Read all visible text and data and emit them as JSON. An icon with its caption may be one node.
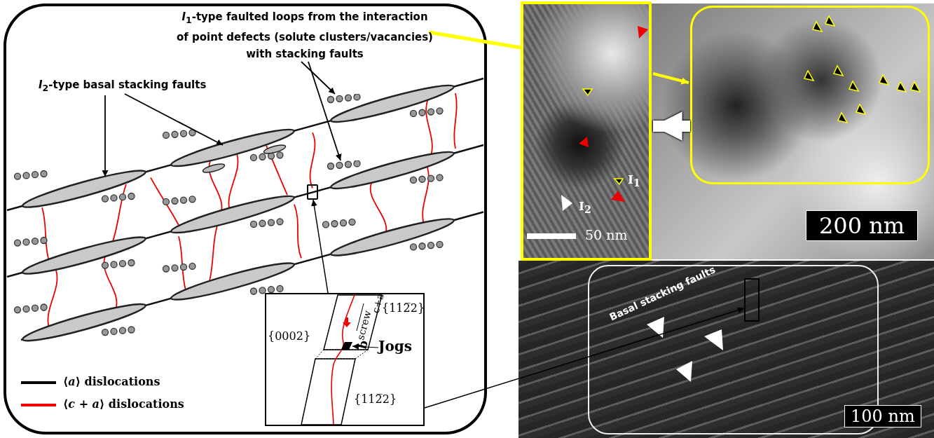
{
  "diagram": {
    "nodes": [
      {
        "text": [],
        "shape": "box"
      },
      {
        "text": [
          "*I*$_{1}$-type faulted loops from the interaction of point defects (solute clusters/vacancies) with stacking faults"
        ],
        "in": 0
      },
      {
        "text": [
          "*I*$_{2}$-type basal stacking faults"
        ],
        "in": 0
      },
      {
        "text": [],
        "shape": "ellipse",
        "in": 0
      },
      {
        "text": [],
        "shape": "ellipse",
        "in": 0
      },
      {
        "text": [],
        "shape": "dots",
        "in": 0
      },
      {
        "text": [],
        "shape": "dots",
        "in": 0
      },
      {
        "text": [],
        "shape": "box",
        "in": 0
      },
      {
        "text": [],
        "shape": "box",
        "in": 0
      },
      {
        "text": [
          "Jogs"
        ],
        "in": 8
      },
      {
        "text": [],
        "shape": "bar",
        "in": 8
      },
      {
        "text": [],
        "shape": "picture"
      },
      {
        "text": [],
        "shape": "picture"
      },
      {
        "text": [],
        "shape": "box",
        "in": 12
      },
      {
        "text": [],
        "shape": "picture"
      },
      {
        "text": [],
        "shape": "box",
        "in": 14
      }
    ],
    "edges": [
      {
        "from": 2,
        "to": 3,
        "arrow": "to"
      },
      {
        "from": 2,
        "to": 4,
        "arrow": "to"
      },
      {
        "from": 1,
        "to": 5,
        "arrow": "to"
      },
      {
        "from": 1,
        "to": 6,
        "arrow": "to"
      },
      {
        "from": 8,
        "to": 7,
        "arrow": "to"
      },
      {
        "from": 9,
        "to": 10,
        "arrow": "to"
      },
      {
        "from": 1,
        "to": 11,
        "arrow": "none",
        "style": "thick",
        "color": "#ffff00"
      },
      {
        "from": 11,
        "to": 13,
        "arrow": "to",
        "style": "thick",
        "color": "#ffff00"
      },
      {
        "from": 13,
        "to": 11,
        "arrow": "to",
        "style": "thick",
        "color": "#ffffff"
      },
      {
        "from": 8,
        "to": 15,
        "arrow": "to"
      }
    ],
    "labels": [
      "{112̅2}",
      "**b**$^{screw}$$_{c+a}$",
      "{0002}",
      "{112̅2}",
      "I$_{1}$",
      "I$_{2}$",
      "50 nm",
      "200 nm",
      "Basal stacking faults",
      "100 nm"
    ],
    "legend": [
      {
        "text": "⟨*a*⟩ dislocations"
      },
      {
        "text": "⟨*c* + *a*⟩ dislocations"
      }
    ]
  }
}
